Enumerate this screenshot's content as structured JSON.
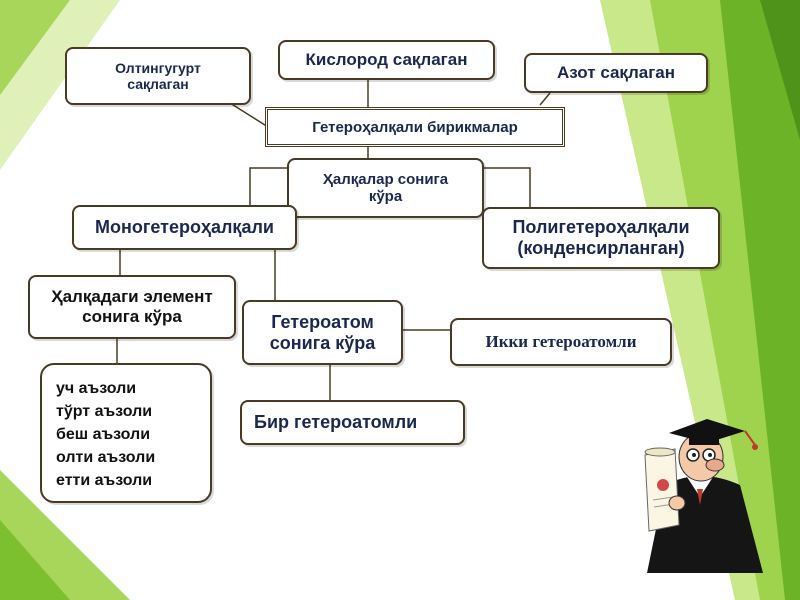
{
  "diagram": {
    "root": "Гетероҳалқали бирикмалар",
    "sulfur": "Олтингугурт\nсақлаган",
    "oxygen": "Кислород сақлаган",
    "nitrogen": "Азот сақлаган",
    "by_rings": "Ҳалқалар сонига\nкўра",
    "mono": "Моногетероҳалқали",
    "poly": "Полигетероҳалқали\n(конденсирланган)",
    "by_element": "Ҳалқадаги элемент\nсонига кўра",
    "by_heteroatom": "Гетероатом\nсонига кўра",
    "two_hetero": "Икки гетероатомли",
    "one_hetero": "Бир гетероатомли",
    "members": [
      "уч аъзоли",
      "тўрт аъзоли",
      "беш аъзоли",
      "олти аъзоли",
      "етти аъзоли"
    ]
  },
  "colors": {
    "green_light": "#c8e88a",
    "green_mid": "#8cc63f",
    "green_dark": "#5a9e1a",
    "border": "#4a3a24",
    "text_navy": "#1a2850"
  },
  "icons": [
    "professor-icon",
    "diploma-icon"
  ]
}
